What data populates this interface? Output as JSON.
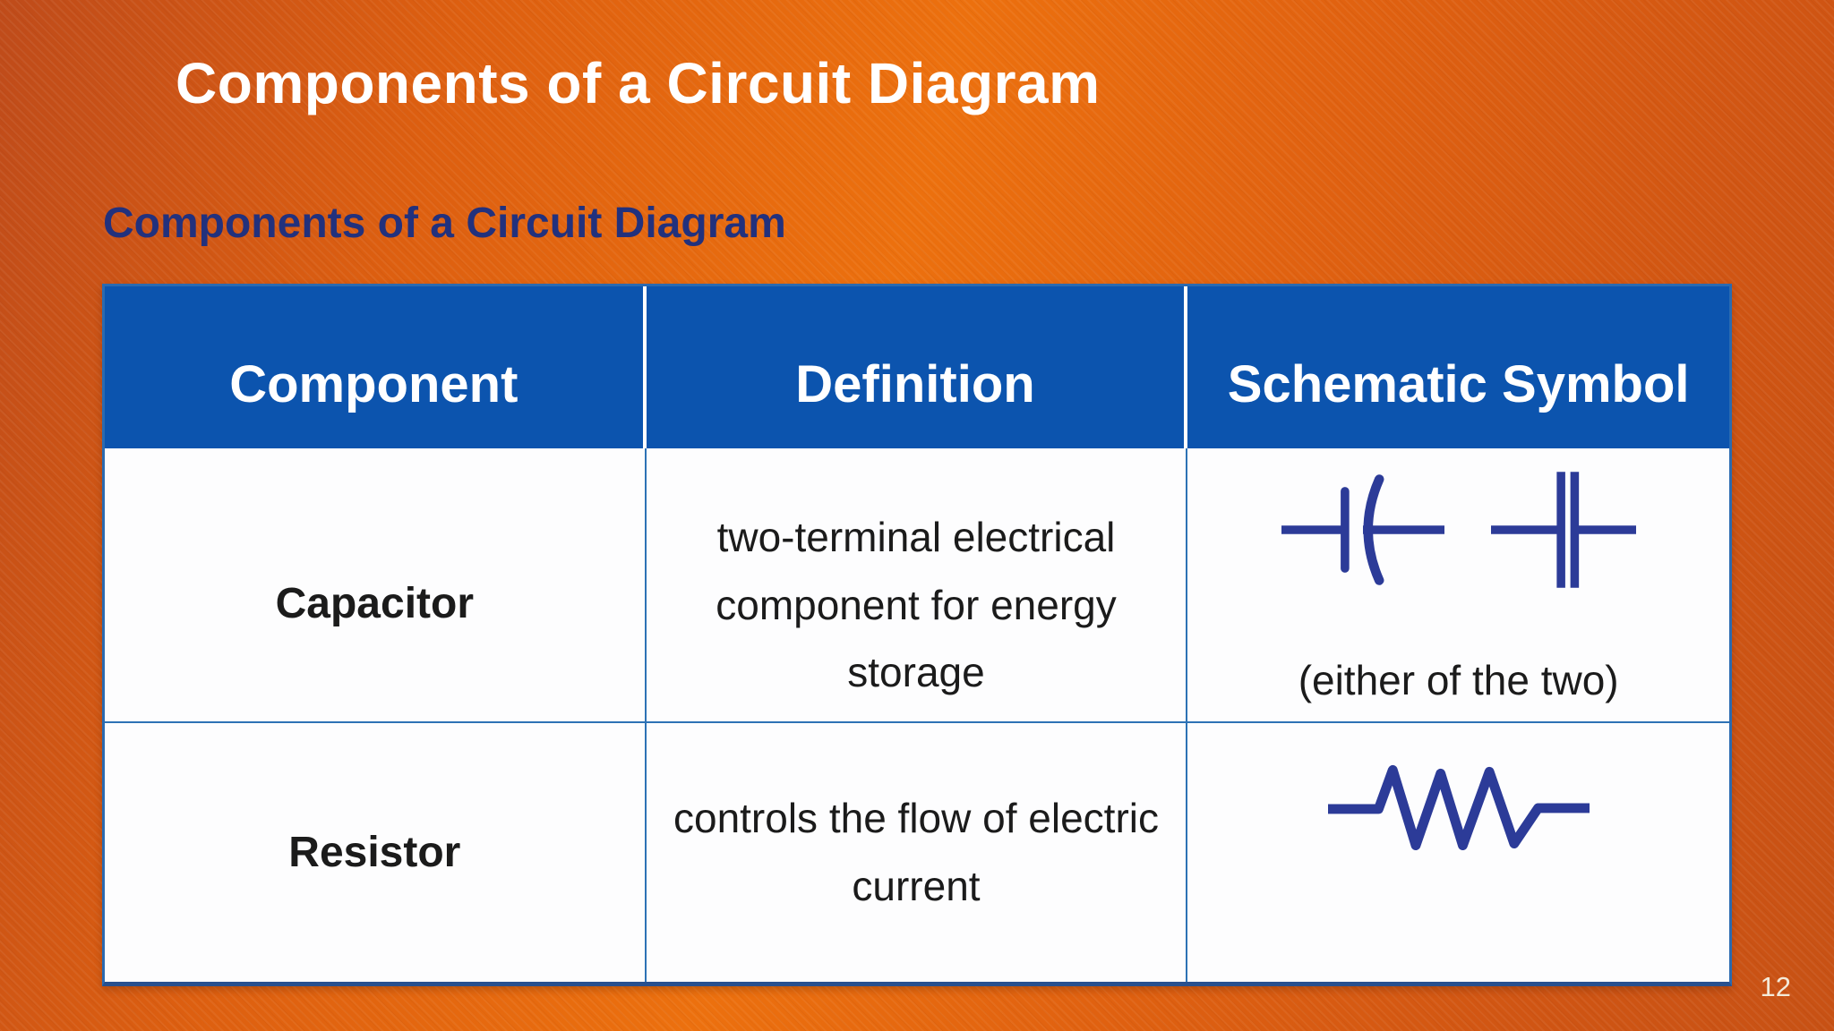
{
  "slide": {
    "title": "Components of a Circuit Diagram",
    "subtitle": "Components of a Circuit Diagram",
    "page_number": "12"
  },
  "table": {
    "headers": [
      "Component",
      "Definition",
      "Schematic Symbol"
    ],
    "rows": [
      {
        "component": "Capacitor",
        "definition": "two-terminal electrical component for energy storage",
        "symbols": [
          "polarized-capacitor-symbol",
          "standard-capacitor-symbol"
        ],
        "symbol_note": "(either of the two)"
      },
      {
        "component": "Resistor",
        "definition": "controls the flow of electric current",
        "symbols": [
          "resistor-symbol"
        ],
        "symbol_note": ""
      }
    ]
  },
  "colors": {
    "background_orange": "#e06110",
    "header_blue": "#0c54ae",
    "subtitle_navy": "#22317d",
    "symbol_blue": "#2c3b98",
    "table_border_blue": "#2d72b5",
    "body_text": "#1b1b1b",
    "title_white": "#ffffff"
  }
}
